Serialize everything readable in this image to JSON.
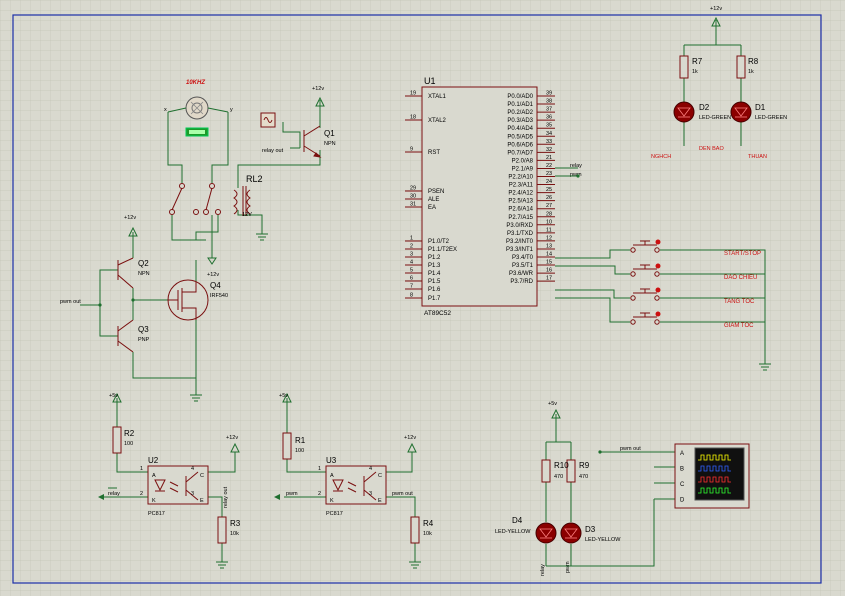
{
  "colors": {
    "wire": "#1f6f2f",
    "body": "#7a1010",
    "label": "#000000",
    "red_label": "#cc1010",
    "blue_border": "#1c2fa8",
    "grid": "#c7c8bb",
    "led_fill": "#a00000",
    "pin_text": "#000000"
  },
  "mcu": {
    "ref": "U1",
    "part": "AT89C52",
    "left_pins": [
      {
        "num": "19",
        "name": "XTAL1"
      },
      {
        "num": "18",
        "name": "XTAL2"
      },
      {
        "num": "9",
        "name": "RST"
      },
      {
        "num": "29",
        "name": "PSEN"
      },
      {
        "num": "30",
        "name": "ALE"
      },
      {
        "num": "31",
        "name": "EA"
      },
      {
        "num": "1",
        "name": "P1.0/T2"
      },
      {
        "num": "2",
        "name": "P1.1/T2EX"
      },
      {
        "num": "3",
        "name": "P1.2"
      },
      {
        "num": "4",
        "name": "P1.3"
      },
      {
        "num": "5",
        "name": "P1.4"
      },
      {
        "num": "6",
        "name": "P1.5"
      },
      {
        "num": "7",
        "name": "P1.6"
      },
      {
        "num": "8",
        "name": "P1.7"
      }
    ],
    "right_pins": [
      {
        "num": "39",
        "name": "P0.0/AD0"
      },
      {
        "num": "38",
        "name": "P0.1/AD1"
      },
      {
        "num": "37",
        "name": "P0.2/AD2"
      },
      {
        "num": "36",
        "name": "P0.3/AD3"
      },
      {
        "num": "35",
        "name": "P0.4/AD4"
      },
      {
        "num": "34",
        "name": "P0.5/AD5"
      },
      {
        "num": "33",
        "name": "P0.6/AD6"
      },
      {
        "num": "32",
        "name": "P0.7/AD7"
      },
      {
        "num": "21",
        "name": "P2.0/A8"
      },
      {
        "num": "22",
        "name": "P2.1/A9"
      },
      {
        "num": "23",
        "name": "P2.2/A10"
      },
      {
        "num": "24",
        "name": "P2.3/A11"
      },
      {
        "num": "25",
        "name": "P2.4/A12"
      },
      {
        "num": "26",
        "name": "P2.5/A13"
      },
      {
        "num": "27",
        "name": "P2.6/A14"
      },
      {
        "num": "28",
        "name": "P2.7/A15"
      },
      {
        "num": "10",
        "name": "P3.0/RXD"
      },
      {
        "num": "11",
        "name": "P3.1/TXD"
      },
      {
        "num": "12",
        "name": "P3.2/INT0"
      },
      {
        "num": "13",
        "name": "P3.3/INT1"
      },
      {
        "num": "14",
        "name": "P3.4/T0"
      },
      {
        "num": "15",
        "name": "P3.5/T1"
      },
      {
        "num": "16",
        "name": "P3.6/WR"
      },
      {
        "num": "17",
        "name": "P3.7/RD"
      }
    ],
    "net_relay": "relay",
    "net_pwm": "pwm"
  },
  "buttons": [
    "START/STOP",
    "DAO CHIEU",
    "TANG TOC",
    "GIAM TOC"
  ],
  "leds_top": {
    "d2": {
      "ref": "D2",
      "part": "LED-GREEN",
      "net": "NGHCH",
      "side": "DEN BAO"
    },
    "d1": {
      "ref": "D1",
      "part": "LED-GREEN",
      "net": "THUAN"
    },
    "r7": {
      "ref": "R7",
      "val": "1k"
    },
    "r8": {
      "ref": "R8",
      "val": "1k"
    },
    "supply": "+12v"
  },
  "motor": {
    "freq": "10KHZ",
    "x": "x",
    "y": "y",
    "relay_ref": "RL2",
    "relay_val": "12V",
    "q1_ref": "Q1",
    "q1_part": "NPN",
    "q1_net": "relay out",
    "supply": "+12v"
  },
  "driver": {
    "q2_ref": "Q2",
    "q2_part": "NPN",
    "q3_ref": "Q3",
    "q3_part": "PNP",
    "q4_ref": "Q4",
    "q4_part": "IRF540",
    "net_in": "pwm out",
    "supply_a": "+12v",
    "supply_b": "+12v"
  },
  "opto1": {
    "ref": "U2",
    "part": "PC817",
    "r_top": {
      "ref": "R2",
      "val": "100"
    },
    "r_out": {
      "ref": "R3",
      "val": "10k"
    },
    "net_in": "relay",
    "net_out": "relay out",
    "supply_in": "+5v",
    "supply_out": "+12v",
    "pins": [
      "1",
      "2",
      "3",
      "4"
    ],
    "letters": [
      "A",
      "K",
      "E",
      "C"
    ]
  },
  "opto2": {
    "ref": "U3",
    "part": "PC817",
    "r_top": {
      "ref": "R1",
      "val": "100"
    },
    "r_out": {
      "ref": "R4",
      "val": "10k"
    },
    "net_in": "pwm",
    "net_out": "pwm out",
    "supply_in": "+5v",
    "supply_out": "+12v",
    "pins": [
      "1",
      "2",
      "3",
      "4"
    ],
    "letters": [
      "A",
      "K",
      "E",
      "C"
    ]
  },
  "leds_bottom": {
    "r10": {
      "ref": "R10",
      "val": "470"
    },
    "r9": {
      "ref": "R9",
      "val": "470"
    },
    "d4": {
      "ref": "D4",
      "part": "LED-YELLOW",
      "net": "relay"
    },
    "d3": {
      "ref": "D3",
      "part": "LED-YELLOW",
      "net": "pwm"
    },
    "supply": "+5v"
  },
  "scope": {
    "net": "pwm out",
    "channels": [
      "A",
      "B",
      "C",
      "D"
    ]
  }
}
